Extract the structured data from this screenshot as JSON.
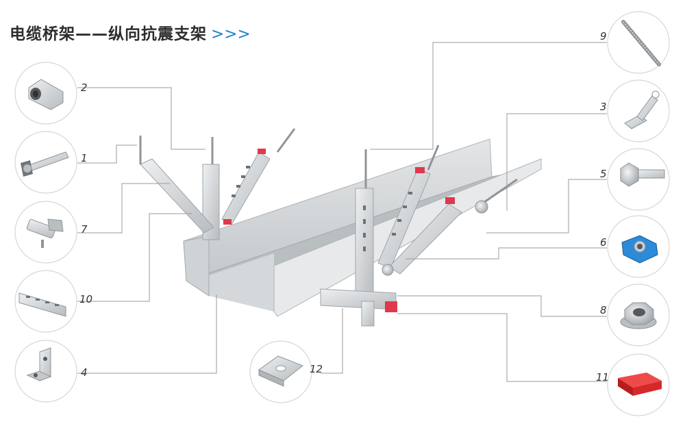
{
  "header": {
    "title": "电缆桥架——纵向抗震支架",
    "arrows": ">>>"
  },
  "callouts": [
    {
      "id": "1",
      "label": "1",
      "part_icon": "anchor-bolt-icon"
    },
    {
      "id": "2",
      "label": "2",
      "part_icon": "coupling-nut-icon"
    },
    {
      "id": "3",
      "label": "3",
      "part_icon": "hinge-connector-icon"
    },
    {
      "id": "4",
      "label": "4",
      "part_icon": "angle-bracket-icon"
    },
    {
      "id": "5",
      "label": "5",
      "part_icon": "hex-bolt-icon"
    },
    {
      "id": "6",
      "label": "6",
      "part_icon": "channel-nut-icon"
    },
    {
      "id": "7",
      "label": "7",
      "part_icon": "channel-fastener-icon"
    },
    {
      "id": "8",
      "label": "8",
      "part_icon": "flange-nut-icon"
    },
    {
      "id": "9",
      "label": "9",
      "part_icon": "threaded-rod-icon"
    },
    {
      "id": "10",
      "label": "10",
      "part_icon": "slotted-channel-icon"
    },
    {
      "id": "11",
      "label": "11",
      "part_icon": "end-cap-icon"
    },
    {
      "id": "12",
      "label": "12",
      "part_icon": "channel-washer-icon"
    }
  ],
  "colors": {
    "title": "#2d2d2d",
    "arrows": "#1f86c8",
    "leader": "#9a9a9a",
    "steel": "#c9cdd0",
    "accent_red": "#e0384f",
    "nut_blue": "#2b8bd8",
    "cap_red": "#e02a2a"
  }
}
